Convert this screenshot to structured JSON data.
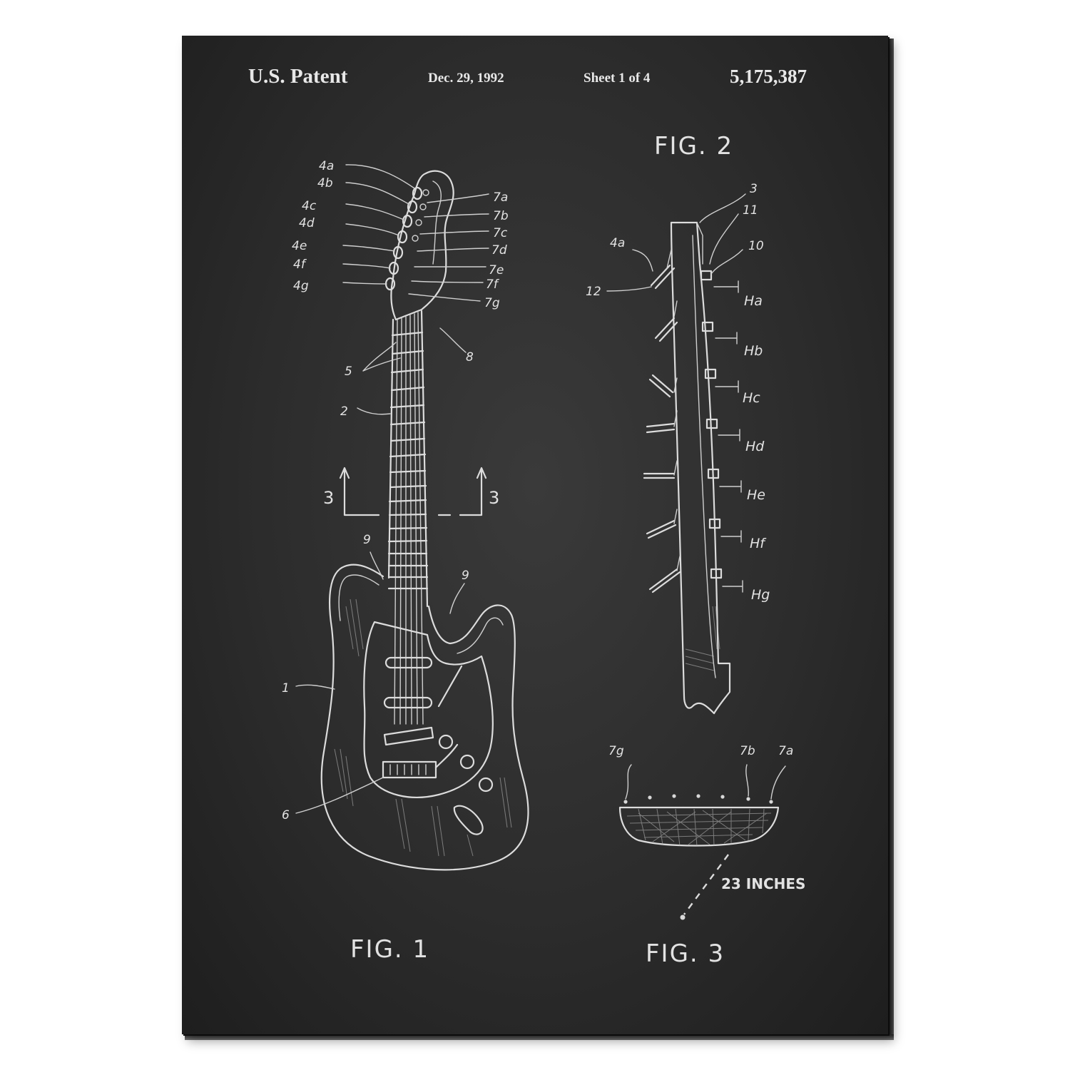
{
  "header": {
    "patent": "U.S. Patent",
    "date": "Dec. 29, 1992",
    "sheet": "Sheet 1 of 4",
    "number": "5,175,387"
  },
  "figures": {
    "fig1": "FIG. 1",
    "fig2": "FIG. 2",
    "fig3": "FIG. 3"
  },
  "fig1_labels": {
    "left_pegs": [
      "4a",
      "4b",
      "4c",
      "4d",
      "4e",
      "4f",
      "4g"
    ],
    "right_pegs": [
      "7a",
      "7b",
      "7c",
      "7d",
      "7e",
      "7f",
      "7g"
    ],
    "frets": "5",
    "nut": "8",
    "neck": "2",
    "section": "3",
    "horn": "9",
    "body": "1",
    "bridge": "6"
  },
  "fig2_labels": {
    "top": "3",
    "eleven": "11",
    "ten": "10",
    "peg": "4a",
    "twelve": "12",
    "heights": [
      "Ha",
      "Hb",
      "Hc",
      "Hd",
      "He",
      "Hf",
      "Hg"
    ]
  },
  "fig3_labels": {
    "left": "7g",
    "mid": "7b",
    "right": "7a",
    "dimension": "23 INCHES"
  },
  "colors": {
    "chalkboard": "#2c2c2c",
    "chalk": "#dcdcdc"
  }
}
